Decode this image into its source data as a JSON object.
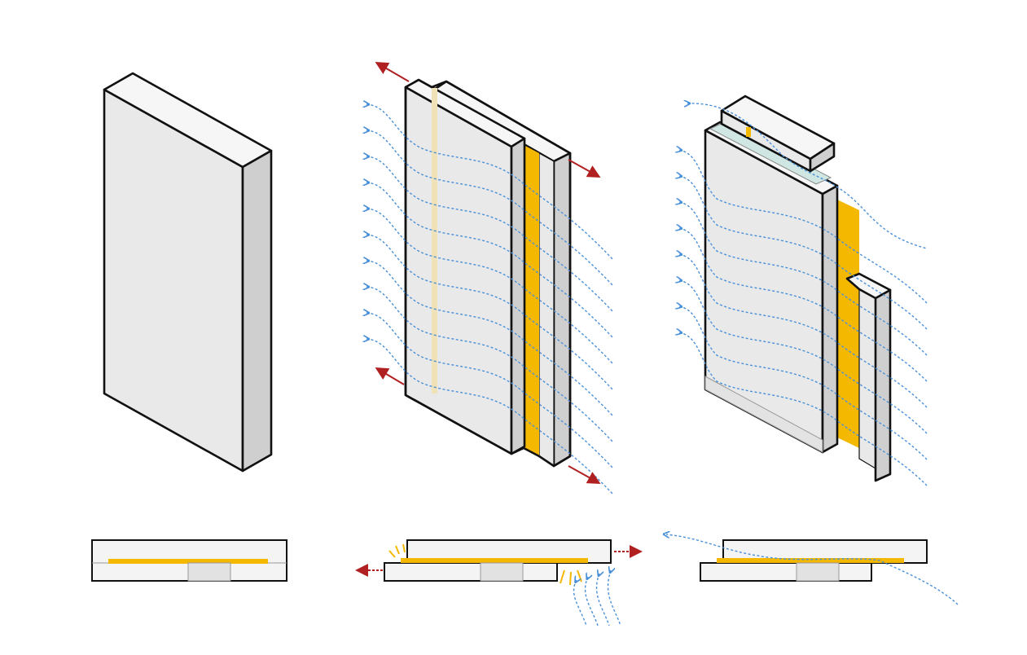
{
  "diagram": {
    "panels": [
      {
        "id": "solid-block",
        "blocks_shown": 1,
        "has_wind": false,
        "has_insulation": false
      },
      {
        "id": "split-block",
        "blocks_shown": 2,
        "has_wind": true,
        "has_insulation": true,
        "has_push_arrows": true
      },
      {
        "id": "stepped-block",
        "blocks_shown": 1,
        "has_wind": true,
        "has_insulation": true,
        "has_push_arrows": false
      }
    ],
    "sections": [
      {
        "id": "section-solid",
        "offset": false,
        "airflow": false,
        "light_rays": false
      },
      {
        "id": "section-split",
        "offset": true,
        "airflow": true,
        "light_rays": true
      },
      {
        "id": "section-stepped",
        "offset": true,
        "airflow": true,
        "light_rays": false
      }
    ]
  },
  "colors": {
    "wall_front": "#e9e9e9",
    "wall_top": "#f6f6f6",
    "wall_side": "#cfcfcf",
    "outline": "#111111",
    "insulation": "#f5b800",
    "insulation_light": "#efe2b6",
    "wind": "#4a90d9",
    "push_arrow": "#b02020",
    "glass": "#cfe6e2"
  }
}
